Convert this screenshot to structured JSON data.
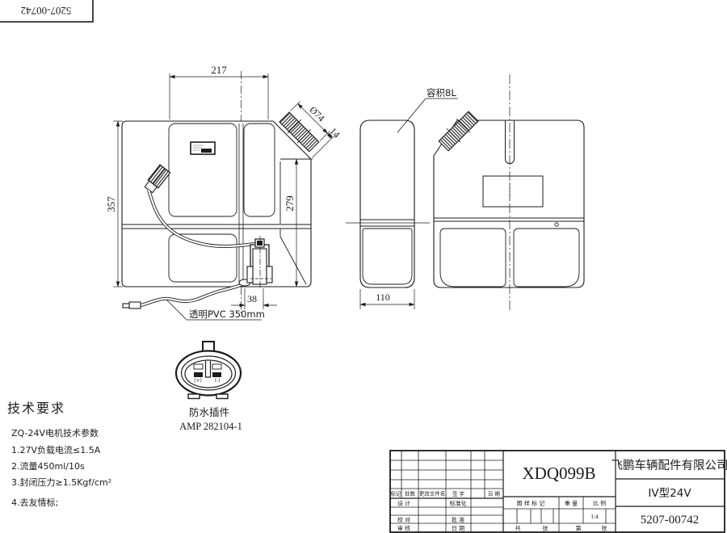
{
  "colors": {
    "line": "#1b1b1b",
    "bg": "#ffffff"
  },
  "corner_stamp": {
    "code": "5207-00742"
  },
  "views": {
    "front": {
      "dim_width": "217",
      "dim_height": "357",
      "dim_right_height": "279",
      "dim_pump_width": "38",
      "dim_neck_dia": "Ø74",
      "dim_neck_len": "14",
      "tube_label": "透明PVC 350mm"
    },
    "side": {
      "dim_width": "110",
      "capacity_label": "容积8L"
    }
  },
  "connector": {
    "caption": "防水插件",
    "part": "AMP 282104-1",
    "plus": "(+)",
    "minus": "(-)"
  },
  "tech_req": {
    "title": "技术要求",
    "subtitle": "ZQ-24V电机技术参数",
    "items": [
      "1.27V负载电流≤1.5A",
      "2.流量450ml/10s",
      "3.封闭压力≥1.5Kgf/cm²",
      "4.去友情标;"
    ]
  },
  "title_block": {
    "code": "XDQ099B",
    "company": "飞鹏车辆配件有限公司",
    "model": "IV型24V",
    "part_number": "5207-00742",
    "scale_value": "1:4",
    "rev": {
      "mark": "标记",
      "count": "处数",
      "file": "更改文件名",
      "sign": "签 字",
      "date": "日 期"
    },
    "cells": {
      "design": "设 计",
      "standard": "标准化",
      "check": "校 对",
      "approve": "批 准",
      "review": "审 核",
      "date": "日 期",
      "stamp": "图 样 标 记",
      "weight": "重 量",
      "scale_label": "比 例",
      "total": "共",
      "sheets": "张",
      "page": "第",
      "sheet": "张"
    }
  }
}
